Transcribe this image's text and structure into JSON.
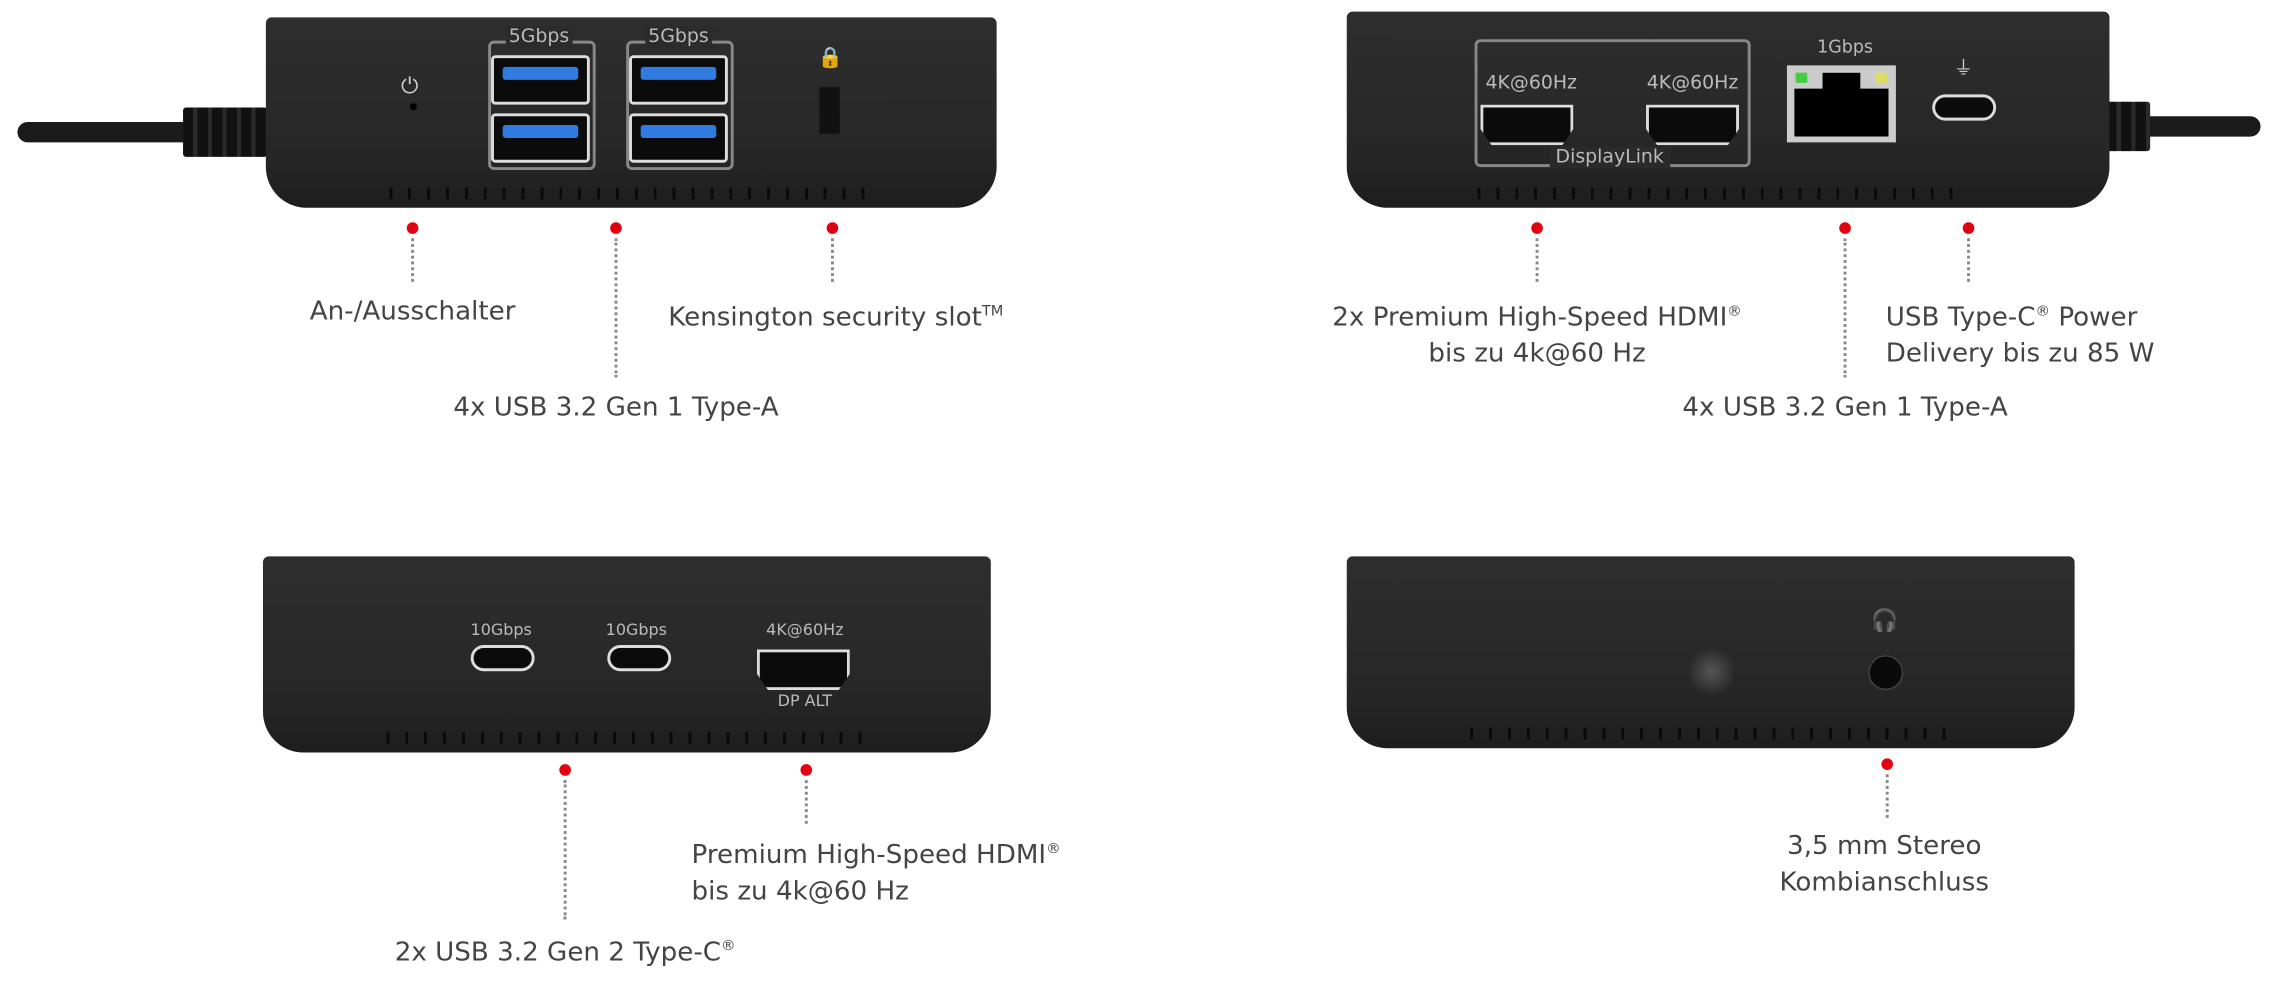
{
  "panel1": {
    "port_labels": {
      "usb_group_1": "5Gbps",
      "usb_group_2": "5Gbps"
    },
    "callouts": {
      "power": "An-/Ausschalter",
      "kensington": "Kensington security slot",
      "kensington_mark": "TM",
      "usb": "4x USB 3.2 Gen 1 Type-A"
    }
  },
  "panel2": {
    "port_labels": {
      "hdmi_1": "4K@60Hz",
      "hdmi_2": "4K@60Hz",
      "displaylink": "DisplayLink",
      "ethernet": "1Gbps"
    },
    "callouts": {
      "hdmi_line1": "2x Premium High-Speed HDMI",
      "hdmi_mark": "®",
      "hdmi_line2": "bis zu 4k@60 Hz",
      "pd_line1a": "USB Type-C",
      "pd_mark": "®",
      "pd_line1b": " Power",
      "pd_line2": "Delivery bis zu 85 W",
      "usb": "4x USB 3.2 Gen 1 Type-A"
    }
  },
  "panel3": {
    "port_labels": {
      "usbc_1": "10Gbps",
      "usbc_2": "10Gbps",
      "hdmi_top": "4K@60Hz",
      "hdmi_bottom": "DP ALT"
    },
    "callouts": {
      "hdmi_line1": "Premium High-Speed HDMI",
      "hdmi_mark": "®",
      "hdmi_line2": "bis zu 4k@60 Hz",
      "usbc": "2x USB 3.2 Gen 2 Type-C",
      "usbc_mark": "®"
    }
  },
  "panel4": {
    "callouts": {
      "audio_line1": "3,5 mm Stereo",
      "audio_line2": "Kombianschluss"
    }
  },
  "colors": {
    "dot": "#e3000f",
    "usb_blue": "#2f7be0",
    "device": "#2a2a2a"
  }
}
